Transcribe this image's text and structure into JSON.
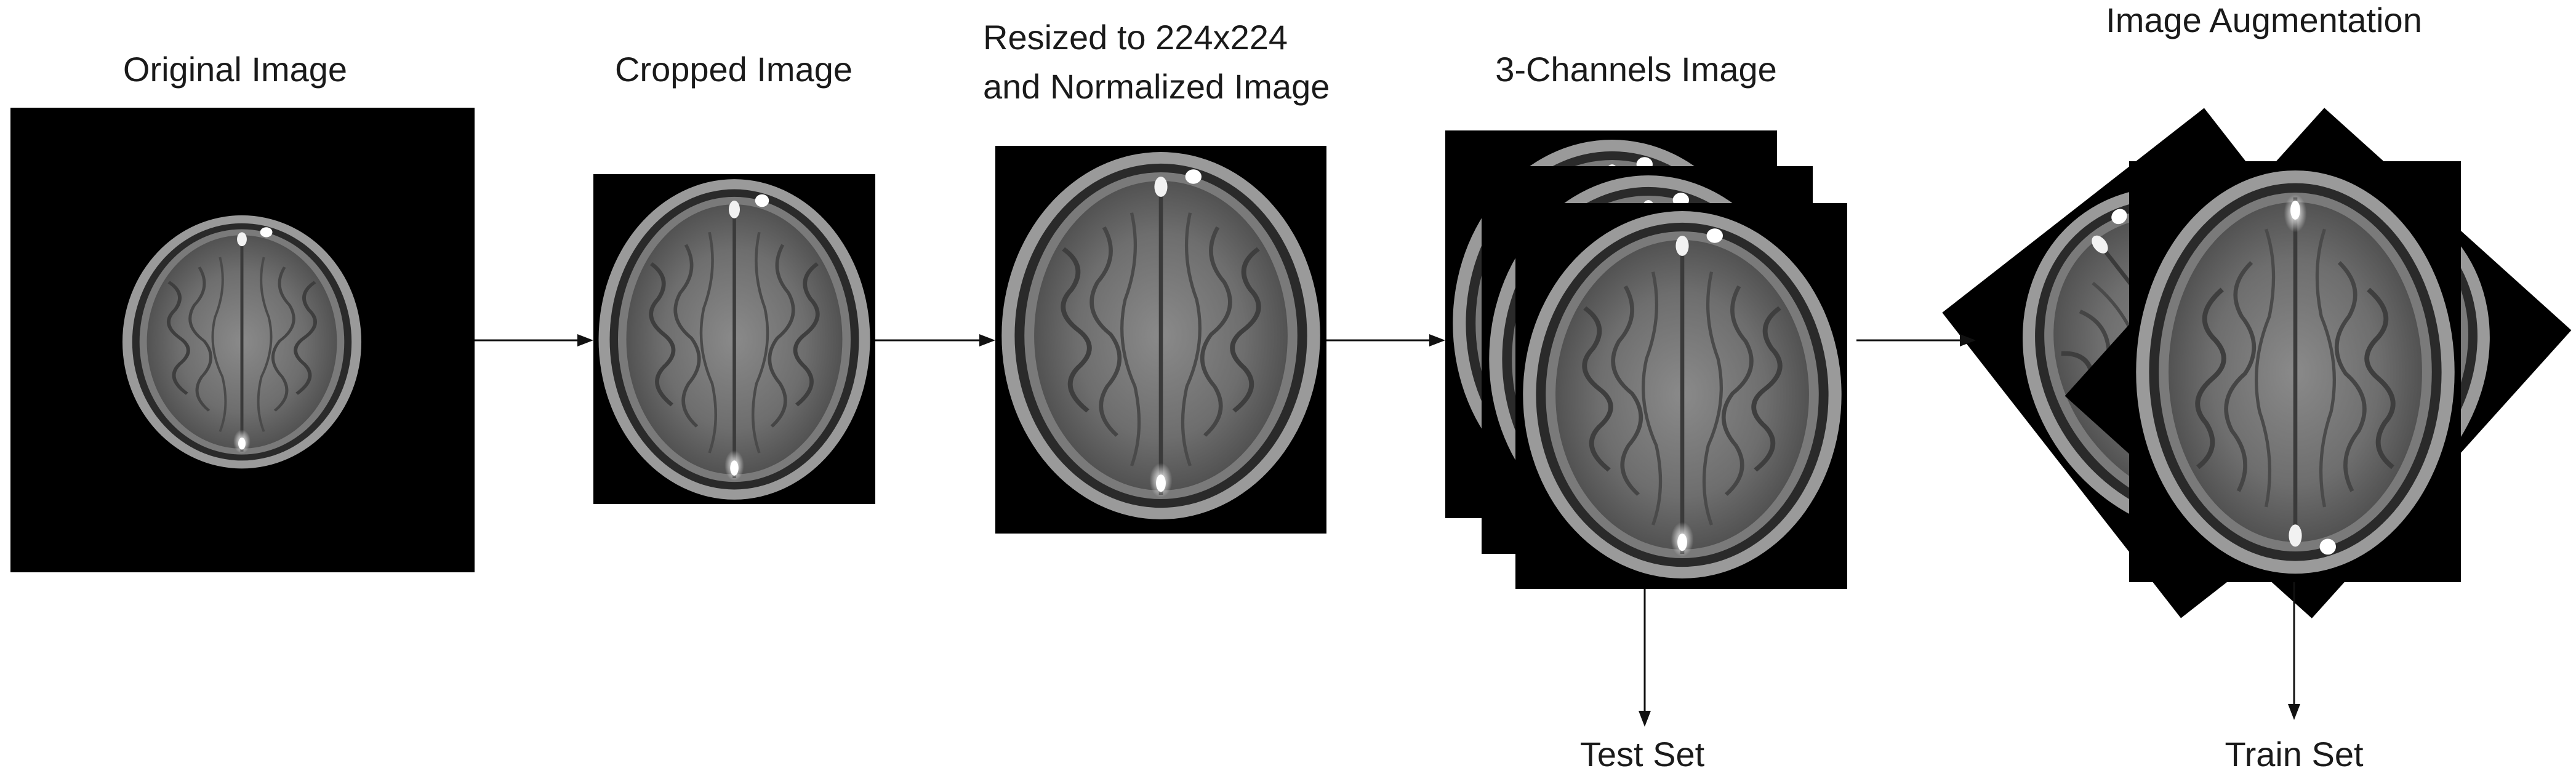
{
  "stages": {
    "original": "Original Image",
    "cropped": "Cropped Image",
    "resized_line1": "Resized to 224x224",
    "resized_line2": "and Normalized Image",
    "three_channels": "3-Channels Image",
    "augmentation": "Image Augmentation"
  },
  "outputs": {
    "test": "Test Set",
    "train": "Train Set"
  },
  "colors": {
    "image_background": "#000000",
    "arrow": "#111111",
    "text": "#1a1a1a"
  }
}
